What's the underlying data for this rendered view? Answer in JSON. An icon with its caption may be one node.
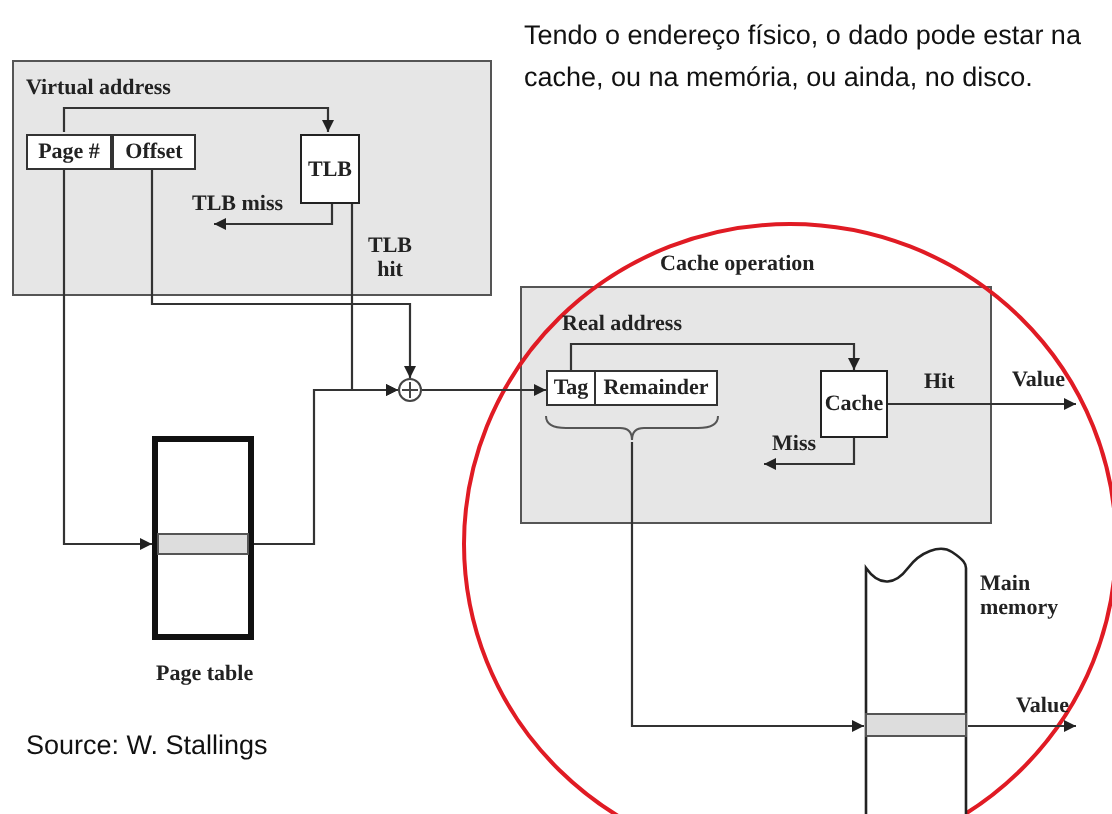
{
  "diagram": {
    "nodes": [
      {
        "text": [
          "Virtual address"
        ]
      },
      {
        "text": [
          "Page #"
        ],
        "in": 0
      },
      {
        "text": [
          "Offset"
        ],
        "in": 0
      },
      {
        "text": [
          "TLB"
        ],
        "in": 0
      },
      {
        "text": [],
        "shape": "box",
        "beside": [
          "Page table"
        ]
      },
      {
        "text": [],
        "shape": "circle"
      },
      {
        "text": [
          "Cache operation"
        ]
      },
      {
        "text": [
          "Tag"
        ],
        "in": 6
      },
      {
        "text": [
          "Remainder"
        ],
        "in": 6
      },
      {
        "text": [
          "Cache"
        ],
        "in": 6
      },
      {
        "text": [],
        "shape": "bar",
        "beside": [
          "Main memory"
        ]
      },
      {
        "text": [],
        "shape": "brace",
        "in": 6
      },
      {
        "text": [
          "Value"
        ]
      }
    ],
    "edges": [
      {
        "from": 1,
        "to": 3,
        "arrow": "to"
      },
      {
        "from": 3,
        "to": null,
        "arrow": "to",
        "label": "TLB miss"
      },
      {
        "from": 3,
        "to": 5,
        "arrow": "to",
        "label": "TLB hit"
      },
      {
        "from": 2,
        "to": 5,
        "arrow": "to"
      },
      {
        "from": 1,
        "to": 4,
        "arrow": "to"
      },
      {
        "from": 4,
        "to": 5,
        "arrow": "to"
      },
      {
        "from": 5,
        "to": 7,
        "arrow": "to"
      },
      {
        "from": 7,
        "to": 9,
        "arrow": "to",
        "label": "Real address"
      },
      {
        "from": 9,
        "to": 12,
        "arrow": "to",
        "label": "Hit"
      },
      {
        "from": 9,
        "to": null,
        "arrow": "to",
        "label": "Miss"
      },
      {
        "from": 11,
        "to": 10,
        "arrow": "to"
      },
      {
        "from": 10,
        "to": null,
        "arrow": "to",
        "label": "Value"
      }
    ],
    "labels": [
      "Tendo o endereço físico, o dado pode estar na cache, ou na memória, ou ainda, no disco.",
      "Source: W. Stallings"
    ]
  }
}
